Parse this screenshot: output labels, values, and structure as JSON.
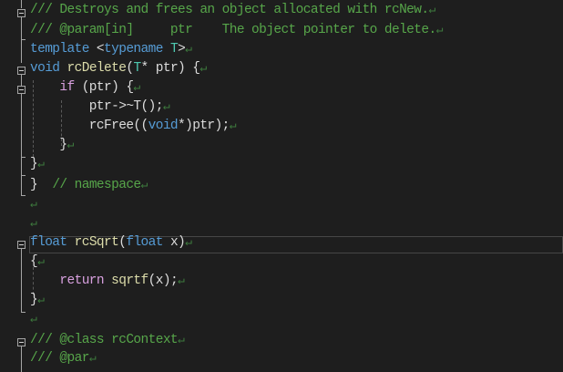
{
  "editor": {
    "theme": {
      "background": "#1e1e1e",
      "comment": "#57a64a",
      "keyword": "#569cd6",
      "type": "#4ec9b0",
      "function": "#dcdcaa",
      "control": "#d8a0df",
      "eol_marker": "#3d7a3d"
    },
    "eol_symbol": "↵",
    "lines": [
      {
        "tokens": [
          {
            "c": "cm",
            "t": "/// Destroys and frees an object allocated with rcNew."
          }
        ]
      },
      {
        "tokens": [
          {
            "c": "cm",
            "t": "/// @param[in]     ptr    The object pointer to delete."
          }
        ]
      },
      {
        "tokens": [
          {
            "c": "kw",
            "t": "template"
          },
          {
            "c": "pl",
            "t": " <"
          },
          {
            "c": "kw",
            "t": "typename"
          },
          {
            "c": "pl",
            "t": " "
          },
          {
            "c": "tp",
            "t": "T"
          },
          {
            "c": "pl",
            "t": ">"
          }
        ]
      },
      {
        "tokens": [
          {
            "c": "kw",
            "t": "void"
          },
          {
            "c": "pl",
            "t": " "
          },
          {
            "c": "fn",
            "t": "rcDelete"
          },
          {
            "c": "pl",
            "t": "("
          },
          {
            "c": "tp",
            "t": "T"
          },
          {
            "c": "pl",
            "t": "* ptr) {"
          }
        ]
      },
      {
        "tokens": [
          {
            "c": "pl",
            "t": "    "
          },
          {
            "c": "ctl",
            "t": "if"
          },
          {
            "c": "pl",
            "t": " (ptr) {"
          }
        ]
      },
      {
        "tokens": [
          {
            "c": "pl",
            "t": "        ptr->~T();"
          }
        ]
      },
      {
        "tokens": [
          {
            "c": "pl",
            "t": "        rcFree(("
          },
          {
            "c": "kw",
            "t": "void"
          },
          {
            "c": "pl",
            "t": "*)ptr);"
          }
        ]
      },
      {
        "tokens": [
          {
            "c": "pl",
            "t": "    }"
          }
        ]
      },
      {
        "tokens": [
          {
            "c": "pl",
            "t": "}"
          }
        ]
      },
      {
        "tokens": [
          {
            "c": "pl",
            "t": "}  "
          },
          {
            "c": "cm",
            "t": "// namespace"
          }
        ]
      },
      {
        "tokens": []
      },
      {
        "tokens": []
      },
      {
        "tokens": [
          {
            "c": "kw",
            "t": "float"
          },
          {
            "c": "pl",
            "t": " "
          },
          {
            "c": "fn",
            "t": "rcSqrt"
          },
          {
            "c": "pl",
            "t": "("
          },
          {
            "c": "kw",
            "t": "float"
          },
          {
            "c": "pl",
            "t": " x)"
          }
        ]
      },
      {
        "tokens": [
          {
            "c": "pl",
            "t": "{"
          }
        ]
      },
      {
        "tokens": [
          {
            "c": "pl",
            "t": "    "
          },
          {
            "c": "ctl",
            "t": "return"
          },
          {
            "c": "pl",
            "t": " "
          },
          {
            "c": "fn",
            "t": "sqrtf"
          },
          {
            "c": "pl",
            "t": "(x);"
          }
        ]
      },
      {
        "tokens": [
          {
            "c": "pl",
            "t": "}"
          }
        ]
      },
      {
        "tokens": []
      },
      {
        "tokens": [
          {
            "c": "cm",
            "t": "/// @class rcContext"
          }
        ]
      },
      {
        "tokens": [
          {
            "c": "cm",
            "t": "/// @par"
          }
        ]
      }
    ],
    "line_tops": [
      4,
      26,
      47,
      68,
      89,
      110,
      131,
      152,
      173,
      196,
      217,
      238,
      259,
      280,
      301,
      322,
      343,
      366,
      386
    ],
    "current_line_index": 12,
    "fold_markers": [
      {
        "line": 0,
        "label": "collapse-doc-comment"
      },
      {
        "line": 3,
        "label": "collapse-rcDelete"
      },
      {
        "line": 4,
        "label": "collapse-if-block"
      },
      {
        "line": 12,
        "label": "collapse-rcSqrt"
      },
      {
        "line": 17,
        "label": "collapse-rcContext-comment"
      }
    ]
  }
}
